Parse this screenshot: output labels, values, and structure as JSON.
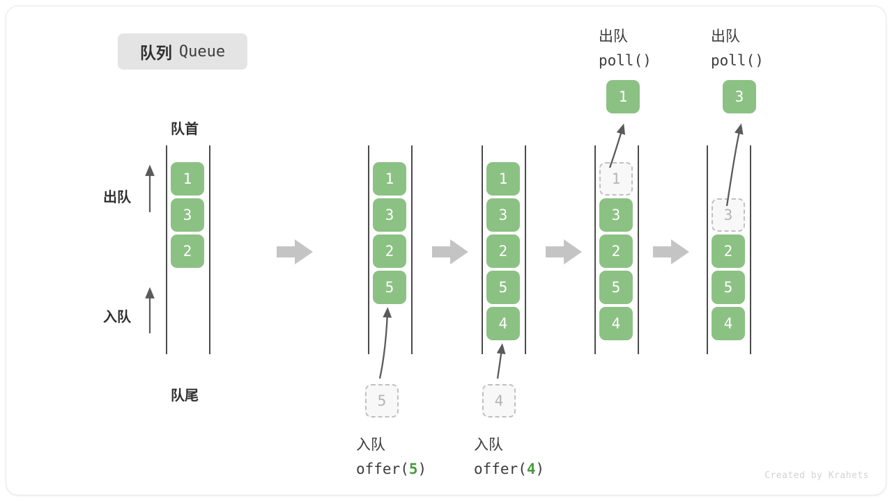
{
  "title": {
    "cn": "队列",
    "en": "Queue"
  },
  "anatomy": {
    "head_label": "队首",
    "tail_label": "队尾",
    "dequeue_label": "出队",
    "enqueue_label": "入队"
  },
  "watermark": "Created by Krahets",
  "colors": {
    "cell_fill": "#8cc184",
    "cell_text": "#ffffff",
    "ghost_fill": "#f8f8f8",
    "ghost_border": "#c0c0c0",
    "ghost_text": "#b4b4b4",
    "rail": "#4a4a4a",
    "step_arrow": "#c4c4c4",
    "curve_arrow": "#5a5a5a",
    "badge_bg": "#e4e4e4",
    "accent_number": "#4a9b3f",
    "text": "#3c3c3c",
    "watermark": "#d2d2d2"
  },
  "states": [
    {
      "id": "state-0",
      "cells": [
        "1",
        "3",
        "2"
      ]
    },
    {
      "id": "state-1",
      "cells": [
        "1",
        "3",
        "2",
        "5"
      ]
    },
    {
      "id": "state-2",
      "cells": [
        "1",
        "3",
        "2",
        "5",
        "4"
      ]
    },
    {
      "id": "state-3",
      "cells": [
        "1",
        "3",
        "2",
        "5",
        "4"
      ],
      "ghost_index": 0
    },
    {
      "id": "state-4",
      "cells": [
        "3",
        "2",
        "5",
        "4"
      ],
      "ghost_index": 0,
      "ghost_offset": 1
    }
  ],
  "operations": {
    "offer_5": {
      "cn": "入队",
      "code_pre": "offer(",
      "code_num": "5",
      "code_post": ")",
      "incoming_value": "5"
    },
    "offer_4": {
      "cn": "入队",
      "code_pre": "offer(",
      "code_num": "4",
      "code_post": ")",
      "incoming_value": "4"
    },
    "poll_1": {
      "cn": "出队",
      "code": "poll()",
      "popped_value": "1"
    },
    "poll_2": {
      "cn": "出队",
      "code": "poll()",
      "popped_value": "3"
    }
  }
}
